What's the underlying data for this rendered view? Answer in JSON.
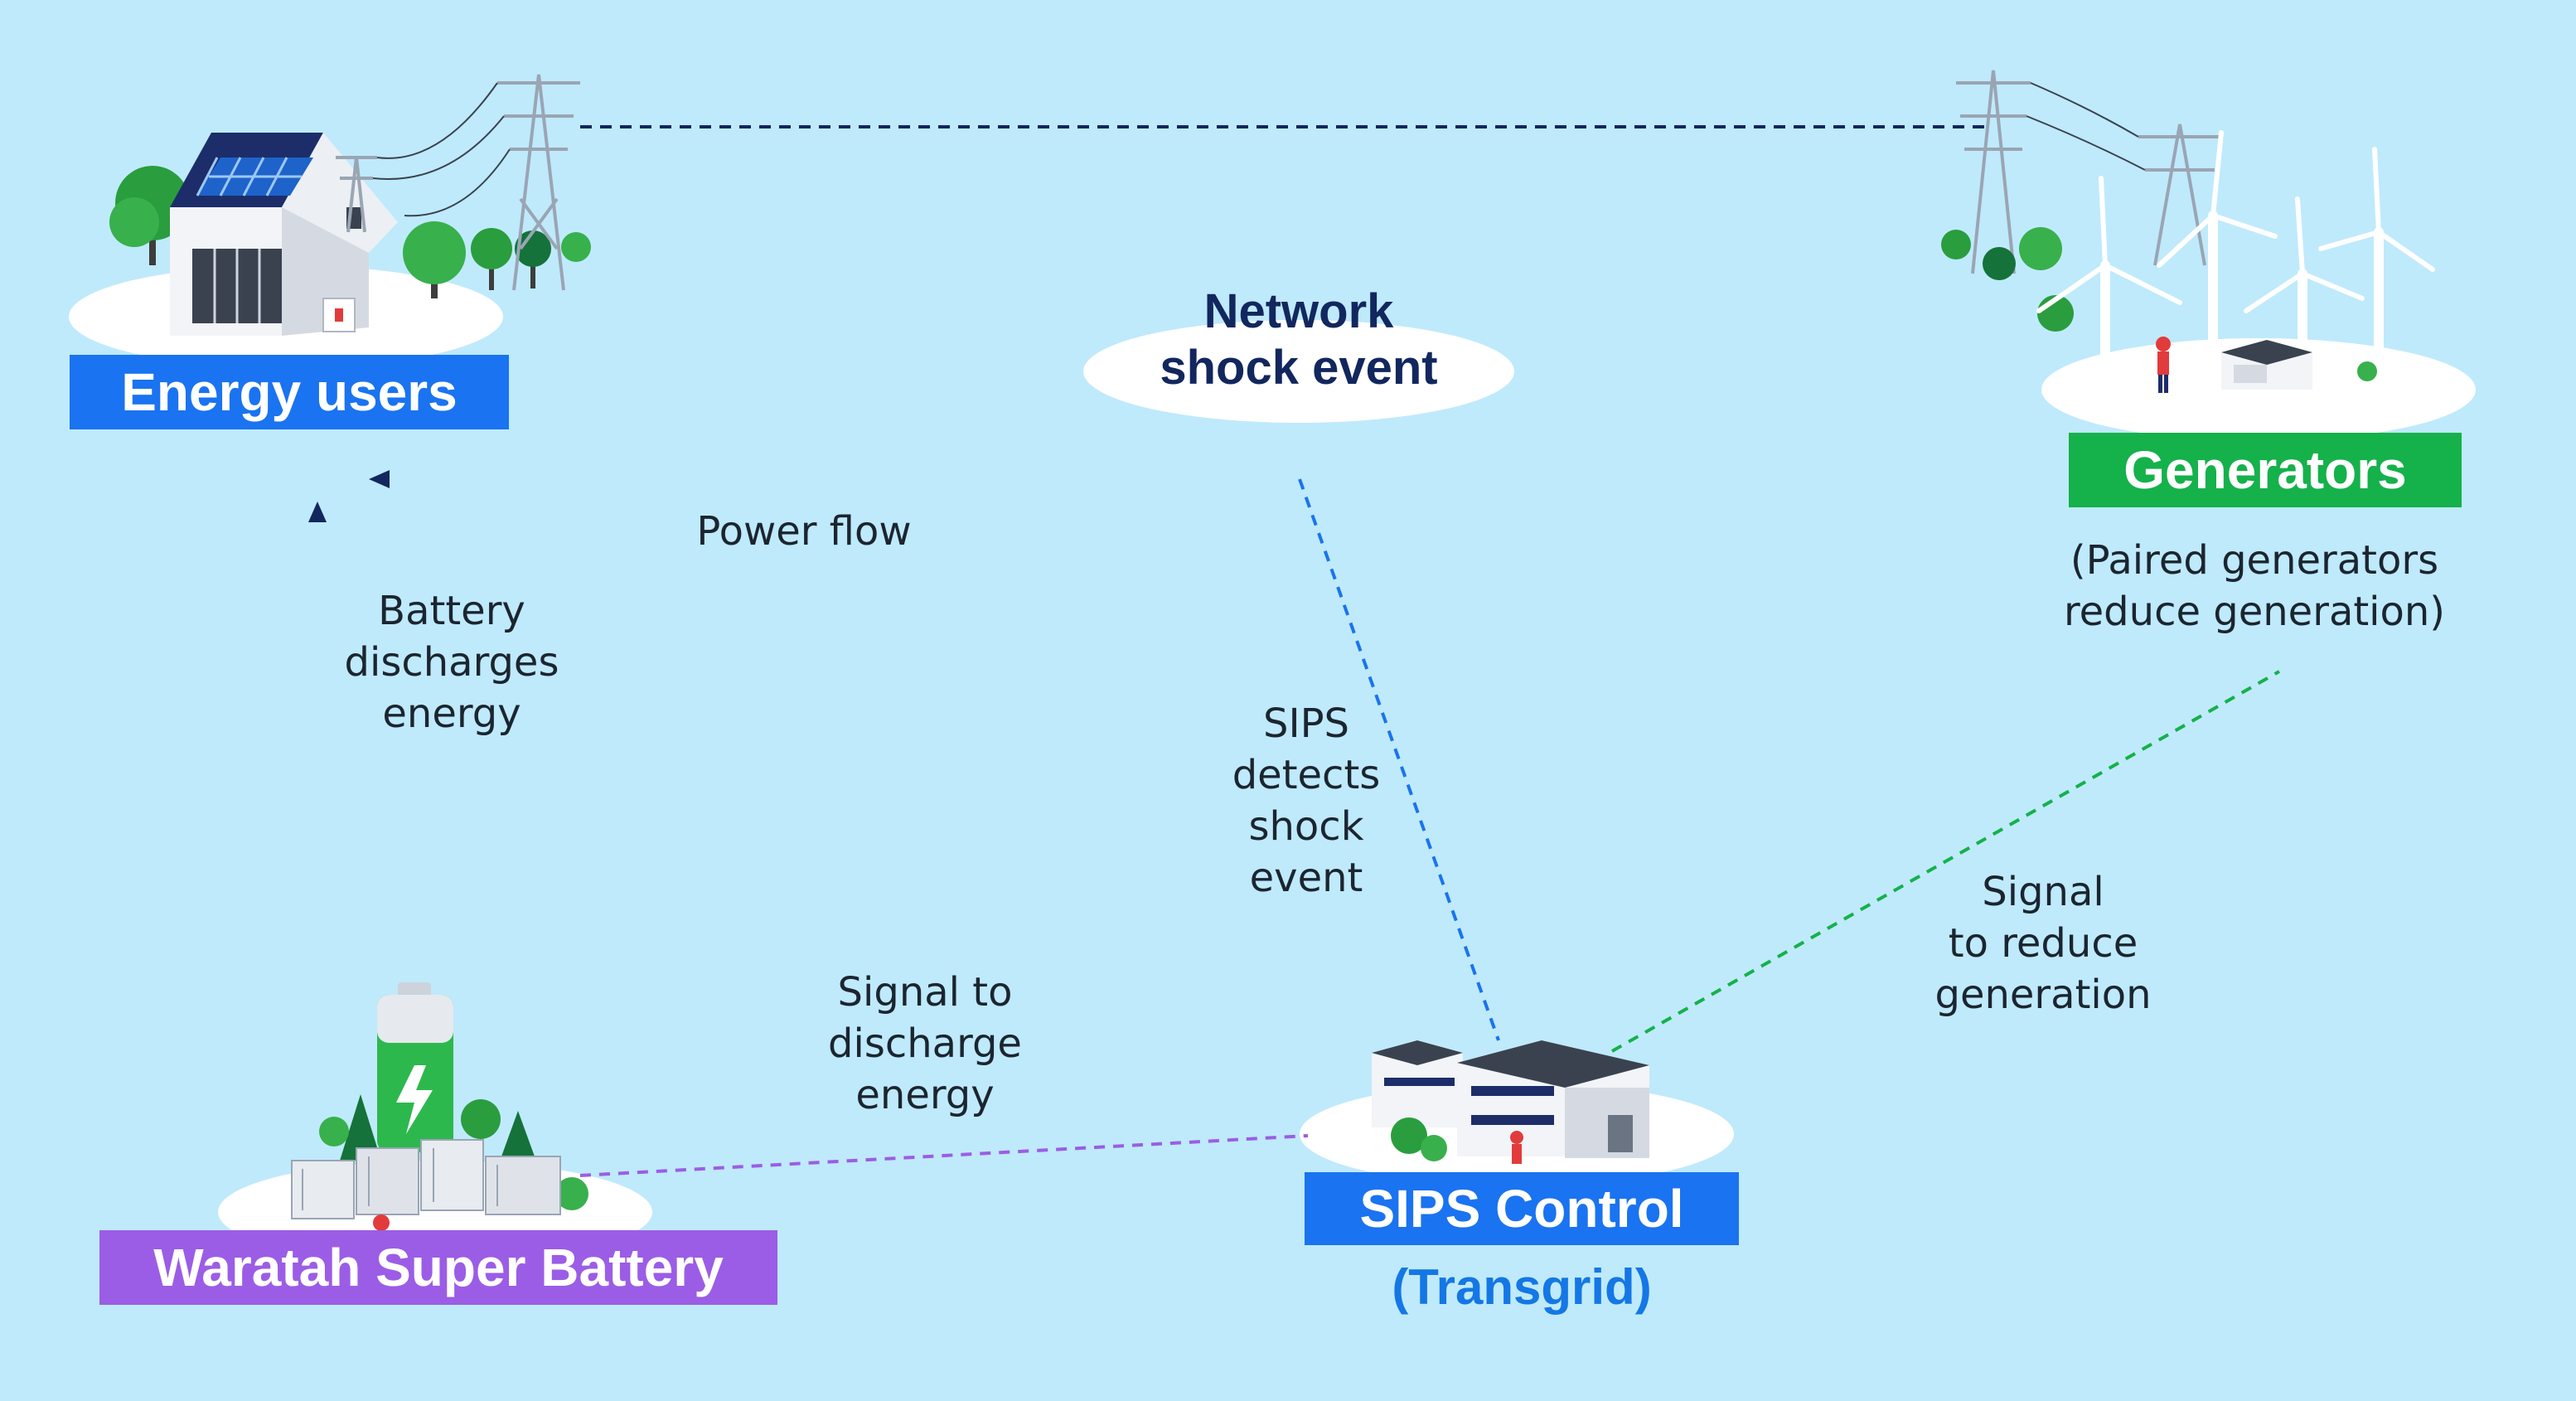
{
  "nodes": {
    "energy_users": {
      "label": "Energy users",
      "color": "#1a73f0"
    },
    "generators": {
      "label": "Generators",
      "note_lines": [
        "(Paired generators",
        "reduce generation)"
      ],
      "color": "#15b14b"
    },
    "battery": {
      "label": "Waratah Super Battery",
      "color": "#9b5de5"
    },
    "sips": {
      "label": "SIPS Control",
      "sublabel": "(Transgrid)",
      "color": "#1a73f0"
    }
  },
  "event": {
    "lines": [
      "Network",
      "shock event"
    ]
  },
  "edges": {
    "power_flow": {
      "label": "Power flow"
    },
    "battery_discharge": {
      "lines": [
        "Battery",
        "discharges",
        "energy"
      ]
    },
    "sips_detect": {
      "lines": [
        "SIPS",
        "detects",
        "shock",
        "event"
      ],
      "color": "#1a73f0"
    },
    "signal_discharge": {
      "lines": [
        "Signal to",
        "discharge",
        "energy"
      ],
      "color": "#9b5de5"
    },
    "signal_reduce": {
      "lines": [
        "Signal",
        "to reduce",
        "generation"
      ],
      "color": "#15b14b"
    }
  },
  "colors": {
    "background": "#bfeafb",
    "arrow_navy": "#12275e",
    "battery_green": "#2db84d",
    "tree_green": "#2a9d3e"
  }
}
